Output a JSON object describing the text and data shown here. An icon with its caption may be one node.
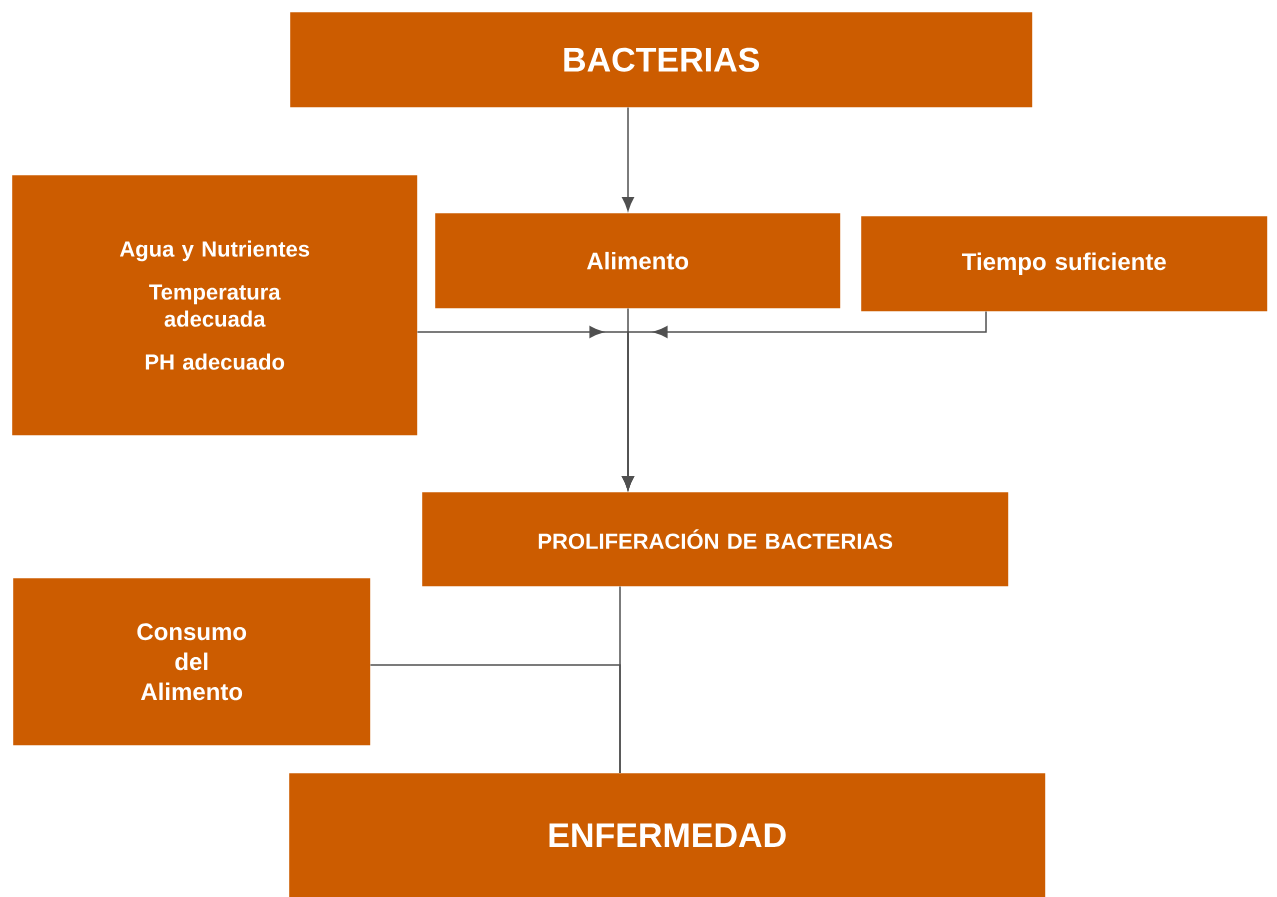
{
  "diagram": {
    "nodes": [
      {
        "text": [
          "BACTERIAS"
        ]
      },
      {
        "text": [
          "Agua y Nutrientes",
          "Temperatura adecuada",
          "PH adecuado"
        ]
      },
      {
        "text": [
          "Alimento"
        ]
      },
      {
        "text": [
          "Tiempo suficiente"
        ]
      },
      {
        "text": [
          "PROLIFERACIÓN DE BACTERIAS"
        ]
      },
      {
        "text": [
          "Consumo del Alimento"
        ]
      },
      {
        "text": [
          "ENFERMEDAD"
        ]
      }
    ],
    "edges": [
      {
        "from": 0,
        "to": 2,
        "arrow": "to"
      },
      {
        "from": 2,
        "to": 4,
        "arrow": "to"
      },
      {
        "from": 1,
        "to": 4,
        "arrow": "to"
      },
      {
        "from": 3,
        "to": 4,
        "arrow": "to"
      },
      {
        "from": 4,
        "to": 6,
        "arrow": "none"
      },
      {
        "from": 5,
        "to": 6,
        "arrow": "none"
      }
    ]
  }
}
